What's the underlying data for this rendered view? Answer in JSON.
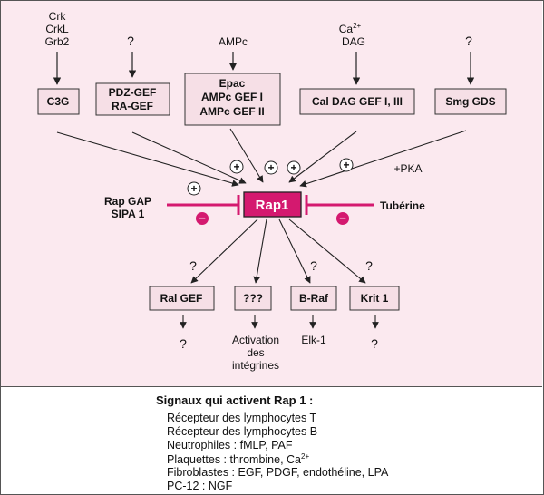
{
  "upstream": {
    "crk_group": [
      "Crk",
      "CrkL",
      "Grb2"
    ],
    "unknown_1": "?",
    "ampc": "AMPc",
    "ca_dag": {
      "ca": "Ca",
      "ca_sup": "2+",
      "dag": "DAG"
    },
    "unknown_2": "?"
  },
  "gefs": {
    "c3g": "C3G",
    "pdz_gef": [
      "PDZ-GEF",
      "RA-GEF"
    ],
    "epac": [
      "Epac",
      "AMPc GEF I",
      "AMPc GEF II"
    ],
    "caldag": "Cal DAG GEF I, III",
    "smg": "Smg GDS"
  },
  "center": {
    "label": "Rap1"
  },
  "signs": {
    "plus": "+",
    "minus": "−"
  },
  "pka": "+PKA",
  "rap_gap": [
    "Rap GAP",
    "SIPA 1"
  ],
  "tuberine": "Tubérine",
  "effectors": {
    "question": "?",
    "ral_gef": "Ral GEF",
    "unknown": "???",
    "braf": "B-Raf",
    "krit1": "Krit 1"
  },
  "outputs": {
    "ral_gef_out": "?",
    "activation": [
      "Activation",
      "des",
      "intégrines"
    ],
    "elk1": "Elk-1",
    "krit_out": "?"
  },
  "legend": {
    "title": "Signaux qui activent Rap 1 :",
    "lines": [
      "Récepteur des lymphocytes T",
      "Récepteur des lymphocytes B",
      "Neutrophiles : fMLP, PAF",
      "Plaquettes : thrombine, Ca",
      "Fibroblastes : EGF, PDGF, endothéline, LPA",
      "PC-12 : NGF"
    ],
    "line4_sup": "2+"
  },
  "colors": {
    "panel_bg": "#fbe9ef",
    "box_bg": "#f6dfe6",
    "magenta": "#d4196f",
    "outline": "#444444"
  }
}
